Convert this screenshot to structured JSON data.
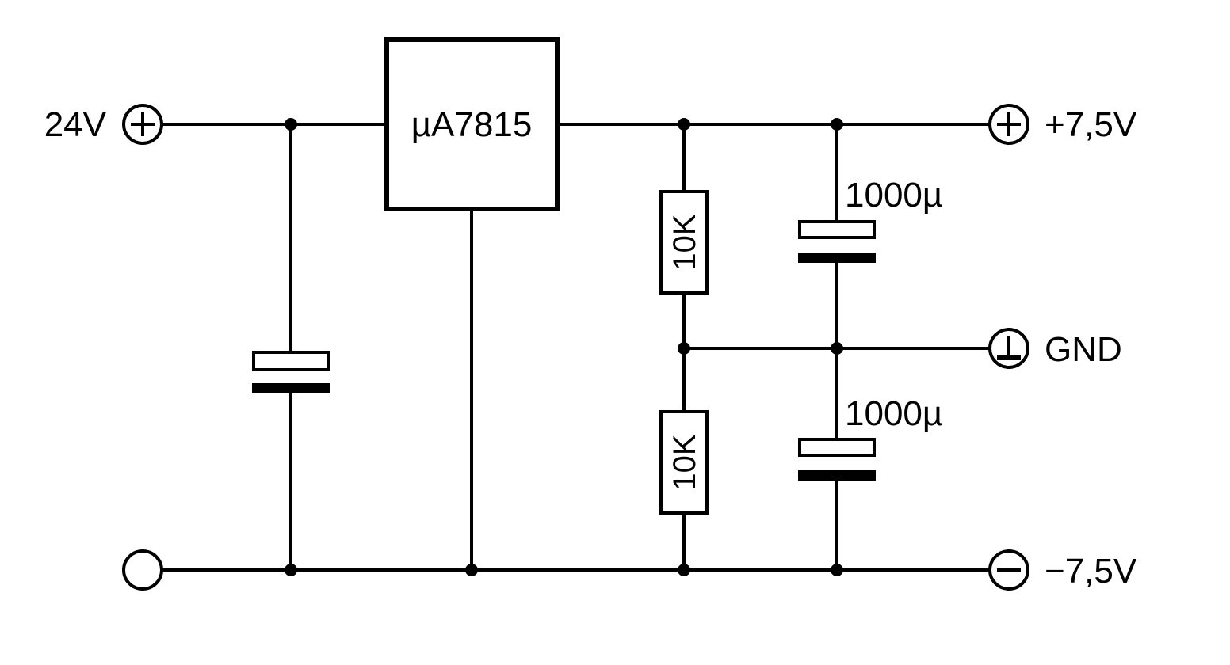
{
  "regulator": {
    "label": "µA7815"
  },
  "terminals": {
    "input_positive": {
      "label": "24V",
      "symbol": "plus"
    },
    "input_negative": {
      "label": "",
      "symbol": "none"
    },
    "output_positive": {
      "label": "+7,5V",
      "symbol": "plus"
    },
    "output_ground": {
      "label": "GND",
      "symbol": "ground"
    },
    "output_negative": {
      "label": "−7,5V",
      "symbol": "minus"
    }
  },
  "resistors": [
    {
      "value": "10K"
    },
    {
      "value": "10K"
    }
  ],
  "capacitors": {
    "input": {
      "value": ""
    },
    "output_upper": {
      "value": "1000µ"
    },
    "output_lower": {
      "value": "1000µ"
    }
  }
}
